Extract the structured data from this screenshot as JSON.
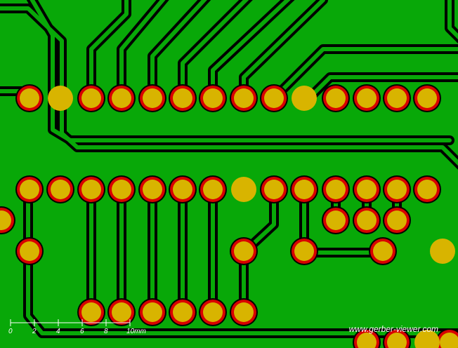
{
  "viewer": {
    "watermark": "www.gerber-viewer.com",
    "colors": {
      "board": "#08a808",
      "trace": "#000000",
      "pad_ring": "#d80000",
      "pad_fill": "#d8b400",
      "scale": "#ffffff"
    }
  },
  "scale_bar": {
    "labels": [
      "0",
      "2",
      "4",
      "6",
      "8",
      "10mm"
    ]
  }
}
